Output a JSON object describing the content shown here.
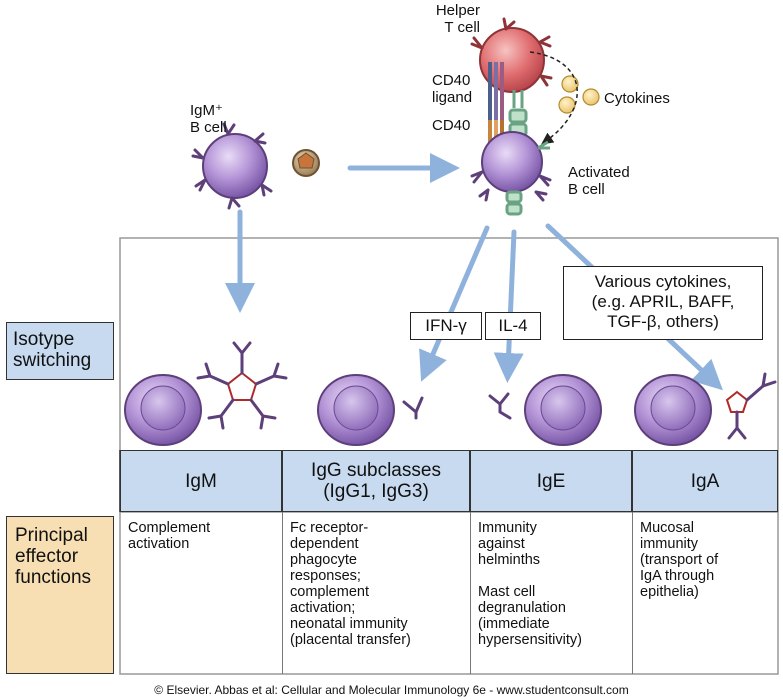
{
  "colors": {
    "b_cell": "#9d7cc4",
    "helper_t_cell": "#d95c62",
    "antibody": "#5d3f7a",
    "arrow": "#8fb2dd",
    "isotype_cell": "#c7daef",
    "effector_label_bg": "#f7dfb3"
  },
  "top": {
    "igm_b_cell_label": "IgM⁺\nB cell",
    "helper_t_label": "Helper\nT cell",
    "cd40_ligand_label": "CD40\nligand",
    "cd40_label": "CD40",
    "cytokines_label": "Cytokines",
    "activated_b_label": "Activated\nB cell"
  },
  "cytokine_boxes": {
    "ifn": "IFN-γ",
    "il4": "IL-4",
    "various": "Various cytokines,\n(e.g. APRIL, BAFF,\nTGF-β, others)"
  },
  "row_labels": {
    "isotype_switching": "Isotype\nswitching",
    "effector_functions": "Principal\neffector\nfunctions"
  },
  "isotypes": [
    "IgM",
    "IgG subclasses\n(IgG1, IgG3)",
    "IgE",
    "IgA"
  ],
  "functions": [
    "Complement\nactivation",
    "Fc receptor-\ndependent\nphagocyte\nresponses;\ncomplement\nactivation;\nneonatal immunity\n(placental transfer)",
    "Immunity\nagainst\nhelminths\n\nMast cell\ndegranulation\n(immediate\nhypersensitivity)",
    "Mucosal\nimmunity\n(transport of\nIgA through\nepithelia)"
  ],
  "footer": "© Elsevier. Abbas et al: Cellular and Molecular Immunology 6e - www.studentconsult.com"
}
